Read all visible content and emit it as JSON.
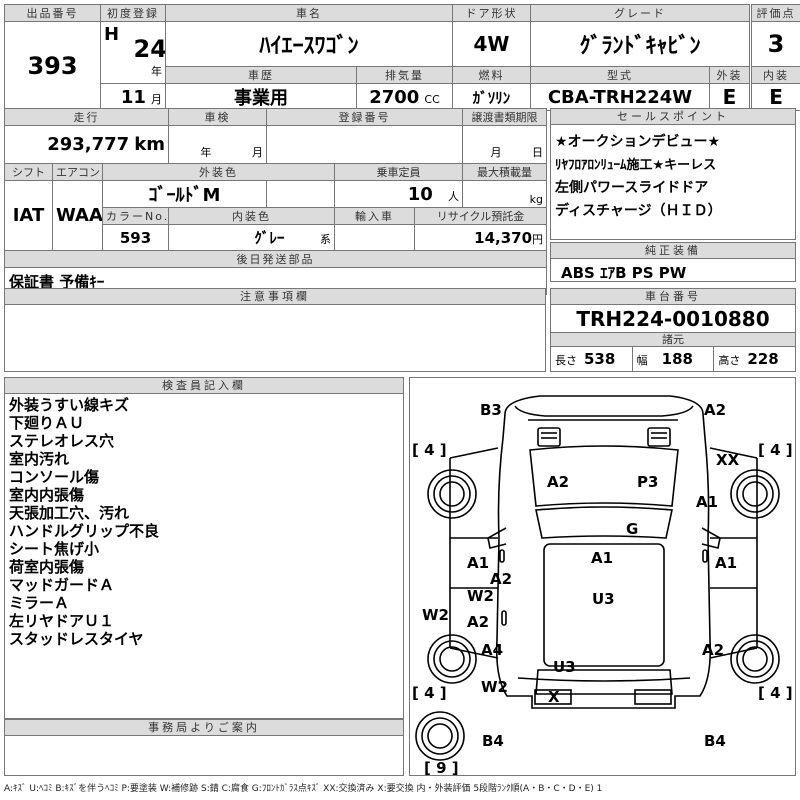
{
  "header": {
    "lot_label": "出品番号",
    "lot": "393",
    "first_reg_label": "初度登録",
    "era": "H",
    "year": "24",
    "year_unit": "年",
    "month": "11",
    "month_unit": "月",
    "name_label": "車名",
    "name": "ﾊｲｴｰｽﾜｺﾞﾝ",
    "door_label": "ドア形状",
    "door": "4W",
    "grade_label": "グレード",
    "grade": "ｸﾞﾗﾝﾄﾞｷｬﾋﾞﾝ",
    "score_label": "評価点",
    "score": "3",
    "history_label": "車歴",
    "history": "事業用",
    "displacement_label": "排気量",
    "displacement": "2700",
    "displacement_unit": "CC",
    "fuel_label": "燃料",
    "fuel": "ｶﾞｿﾘﾝ",
    "model_label": "型式",
    "model": "CBA-TRH224W",
    "ext_grade_label": "外装",
    "ext_grade": "E",
    "int_grade_label": "内装",
    "int_grade": "E"
  },
  "details": {
    "mileage_label": "走行",
    "mileage": "293,777",
    "mileage_unit": "km",
    "inspection_label": "車検",
    "insp_year_unit": "年",
    "insp_month_unit": "月",
    "reg_no_label": "登録番号",
    "transfer_label": "譲渡書類期限",
    "transfer_month_unit": "月",
    "transfer_day_unit": "日",
    "shift_label": "シフト",
    "shift": "IAT",
    "ac_label": "エアコン",
    "ac": "WAA",
    "ext_color_label": "外装色",
    "ext_color": "ｺﾞｰﾙﾄﾞM",
    "capacity_label": "乗車定員",
    "capacity": "10",
    "capacity_unit": "人",
    "max_load_label": "最大積載量",
    "max_load_unit": "kg",
    "color_no_label": "カラーNo.",
    "color_no": "593",
    "int_color_label": "内装色",
    "int_color": "ｸﾞﾚｰ",
    "int_color_unit": "系",
    "import_label": "輸入車",
    "recycle_label": "リサイクル預託金",
    "recycle": "14,370",
    "recycle_unit": "円",
    "later_items_label": "後日発送部品",
    "later_items": "保証書 予備ｷｰ"
  },
  "sales_points": {
    "label": "セールスポイント",
    "lines": [
      "★オークションデビュー★",
      "ﾘﾔﾌﾛｱﾛﾝﾘｭｰﾑ施工★キーレス",
      "左側パワースライドドア",
      "ディスチャージ（ＨＩＤ）"
    ]
  },
  "equipment": {
    "label": "純正装備",
    "value": "ABS ｴｱB PS PW"
  },
  "notes": {
    "label": "注意事項欄",
    "value": ""
  },
  "chassis": {
    "label": "車台番号",
    "value": "TRH224-0010880"
  },
  "specs": {
    "label": "諸元",
    "length_label": "長さ",
    "length": "538",
    "width_label": "幅",
    "width": "188",
    "height_label": "高さ",
    "height": "228"
  },
  "inspector": {
    "label": "検査員記入欄",
    "lines": [
      "外装うすい線キズ",
      "下廻りＡＵ",
      "ステレオレス穴",
      "室内汚れ",
      "コンソール傷",
      "室内内張傷",
      "天張加工穴、汚れ",
      "ハンドルグリップ不良",
      "シート焦げ小",
      "荷室内張傷",
      "マッドガードＡ",
      "ミラーＡ",
      "左リヤドアＵ１",
      "スタッドレスタイヤ"
    ]
  },
  "office": {
    "label": "事務局よりご案内",
    "value": ""
  },
  "diagram": {
    "tires": {
      "front_left": "4",
      "front_right": "4",
      "rear_left": "4",
      "rear_right": "4",
      "spare": "9"
    },
    "marks": {
      "b3": "B3",
      "a2_top": "A2",
      "xx": "XX",
      "a2_hood": "A2",
      "p3": "P3",
      "a1_right_front": "A1",
      "g": "G",
      "a1_left": "A1",
      "a1_roof": "A1",
      "a1_right": "A1",
      "a2_left": "A2",
      "w2_left": "W2",
      "u3_roof": "U3",
      "w2_far": "W2",
      "a2_left_low": "A2",
      "a4": "A4",
      "a2_right_rear": "A2",
      "u3_rear": "U3",
      "w2_rear": "W2",
      "x": "X",
      "b4_left": "B4",
      "b4_right": "B4"
    }
  },
  "legend": "A:ｷｽﾞ U:ﾍｺﾐ B:ｷｽﾞを伴うﾍｺﾐ P:要塗装 W:補修跡 S:錆 C:腐食 G:ﾌﾛﾝﾄｶﾞﾗｽ点ｷｽﾞ XX:交換済み X:要交換 内・外装評価 5段階ﾗﾝｸ順(A・B・C・D・E) 1",
  "colors": {
    "label_bg": "#dcdcdc",
    "border": "#777777"
  }
}
